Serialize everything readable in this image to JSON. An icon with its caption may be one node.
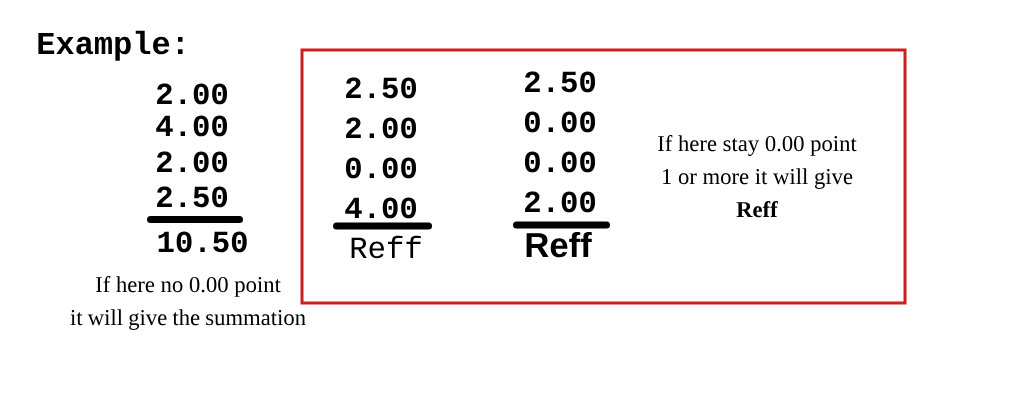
{
  "diagram": {
    "title": "Example:",
    "nodes": [
      {
        "text": [
          "2.50",
          "2.00",
          "0.00",
          "4.00",
          "Reff",
          "2.50",
          "0.00",
          "0.00",
          "2.00",
          "Reff",
          "If here stay 0.00 point 1 or more it will give **Reff**"
        ]
      }
    ],
    "labels": [
      "2.00",
      "4.00",
      "2.00",
      "2.50",
      "10.50",
      "If here no 0.00 point it will give the summation"
    ]
  }
}
